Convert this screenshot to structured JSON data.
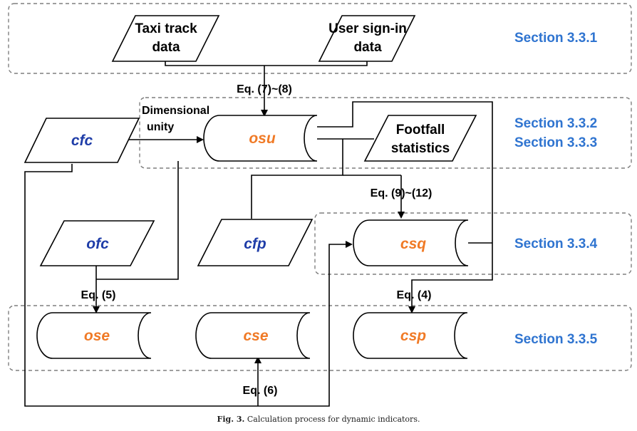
{
  "sections": {
    "s1": "Section 3.3.1",
    "s2": "Section 3.3.2",
    "s3": "Section 3.3.3",
    "s4": "Section 3.3.4",
    "s5": "Section 3.3.5"
  },
  "inputs": {
    "taxi_line1": "Taxi track",
    "taxi_line2": "data",
    "user_line1": "User sign-in",
    "user_line2": "data",
    "cfc": "cfc",
    "ofc": "ofc",
    "cfp": "cfp",
    "footfall_line1": "Footfall",
    "footfall_line2": "statistics"
  },
  "stores": {
    "osu": "osu",
    "csq": "csq",
    "ose": "ose",
    "cse": "cse",
    "csp": "csp"
  },
  "labels": {
    "eq78": "Eq. (7)~(8)",
    "eq912": "Eq. (9)~(12)",
    "eq5": "Eq. (5)",
    "eq4": "Eq. (4)",
    "eq6": "Eq. (6)",
    "dim_line1": "Dimensional",
    "dim_line2": "unity"
  },
  "caption": {
    "fig": "Fig. 3.",
    "text": "Calculation process for dynamic indicators."
  },
  "colors": {
    "input_text": "#1f3da8",
    "store_text": "#f07a26",
    "section_text": "#2f74d0",
    "section_border": "#7f7f7f"
  }
}
